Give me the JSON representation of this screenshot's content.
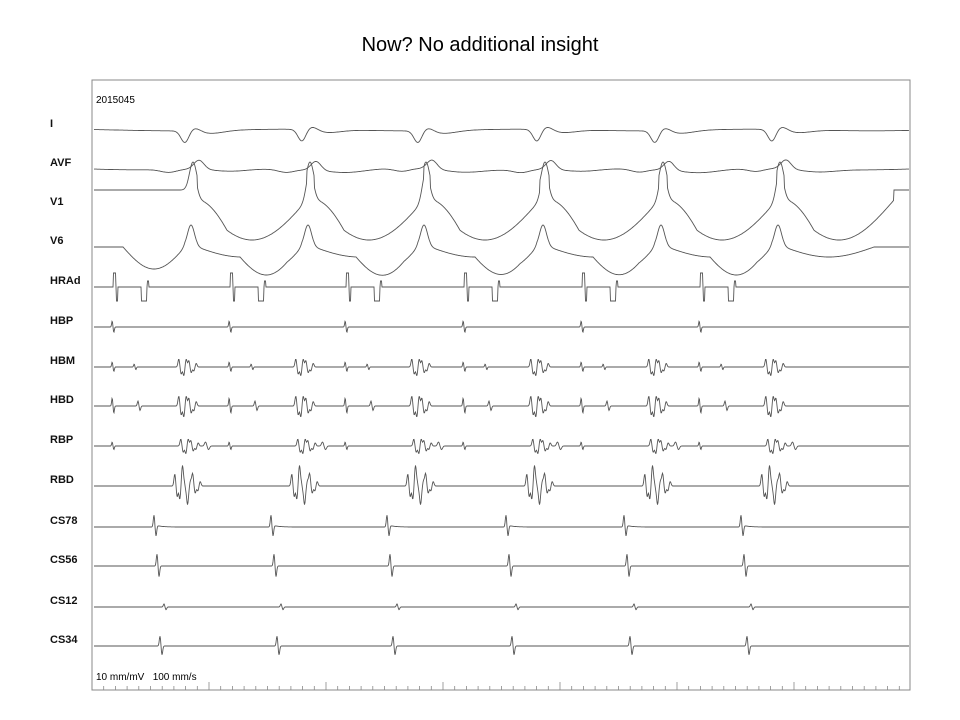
{
  "slide": {
    "title": "Now? No additional insight"
  },
  "recording": {
    "study_id": "2015045",
    "gain_label": "10 mm/mV",
    "speed_label": "100 mm/s",
    "channels": [
      {
        "key": "I",
        "label": "I"
      },
      {
        "key": "AVF",
        "label": "AVF"
      },
      {
        "key": "V1",
        "label": "V1"
      },
      {
        "key": "V6",
        "label": "V6"
      },
      {
        "key": "HRAd",
        "label": "HRAd"
      },
      {
        "key": "HBP",
        "label": "HBP"
      },
      {
        "key": "HBM",
        "label": "HBM"
      },
      {
        "key": "HBD",
        "label": "HBD"
      },
      {
        "key": "RBP",
        "label": "RBP"
      },
      {
        "key": "RBD",
        "label": "RBD"
      },
      {
        "key": "CS78",
        "label": "CS78"
      },
      {
        "key": "CS56",
        "label": "CS56"
      },
      {
        "key": "CS12",
        "label": "CS12"
      },
      {
        "key": "CS34",
        "label": "CS34"
      }
    ]
  }
}
